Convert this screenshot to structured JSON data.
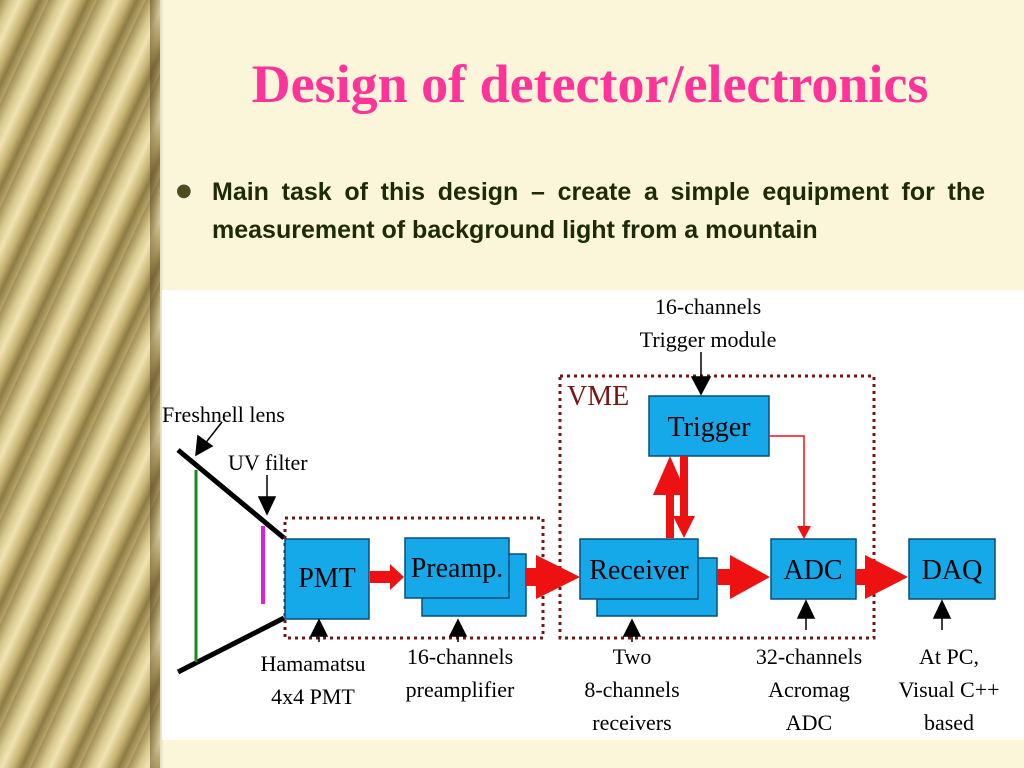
{
  "slide": {
    "title": "Design of detector/electronics",
    "bullet": "Main task of this design – create a simple equipment for the measurement of background light from a mountain"
  },
  "diagram": {
    "vme_label": "VME",
    "boxes": {
      "pmt": "PMT",
      "preamp": "Preamp.",
      "receiver": "Receiver",
      "trigger": "Trigger",
      "adc": "ADC",
      "daq": "DAQ"
    },
    "annotations": {
      "lens": "Freshnell lens",
      "uv_filter": "UV filter",
      "trigger_module_line1": "16-channels",
      "trigger_module_line2": "Trigger module",
      "pmt_line1": "Hamamatsu",
      "pmt_line2": "4x4 PMT",
      "preamp_line1": "16-channels",
      "preamp_line2": "preamplifier",
      "receiver_line1": "Two",
      "receiver_line2": "8-channels",
      "receiver_line3": "receivers",
      "adc_line1": "32-channels",
      "adc_line2": "Acromag",
      "adc_line3": "ADC",
      "daq_line1": "At PC,",
      "daq_line2": "Visual C++",
      "daq_line3": "based"
    },
    "colors": {
      "box_fill": "#16a9ea",
      "arrow": "#ee1111",
      "dotted": "#7a1414",
      "title": "#ff3399"
    }
  }
}
